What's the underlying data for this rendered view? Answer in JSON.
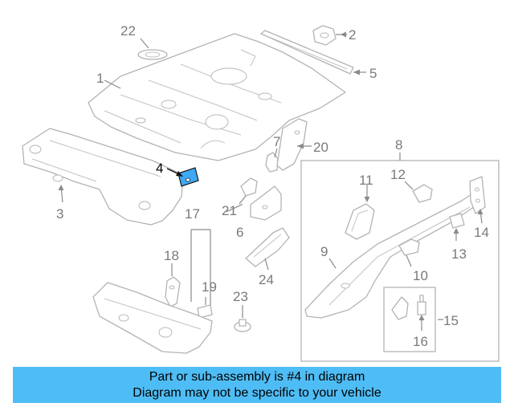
{
  "callouts": {
    "c1": "1",
    "c2": "2",
    "c3": "3",
    "c4": "4",
    "c5": "5",
    "c6": "6",
    "c7": "7",
    "c8": "8",
    "c9": "9",
    "c10": "10",
    "c11": "11",
    "c12": "12",
    "c13": "13",
    "c14": "14",
    "c15": "15",
    "c16": "16",
    "c17": "17",
    "c18": "18",
    "c19": "19",
    "c20": "20",
    "c21": "21",
    "c22": "22",
    "c23": "23",
    "c24": "24"
  },
  "highlighted_part": "4",
  "colors": {
    "highlight": "#3fa9f5",
    "banner": "#4fbdf5",
    "line": "#b3b3b3",
    "callout_text": "#7a7a7a"
  },
  "banner": {
    "line1": "Part or sub-assembly is #4 in diagram",
    "line2": "Diagram may not be specific to your vehicle"
  }
}
